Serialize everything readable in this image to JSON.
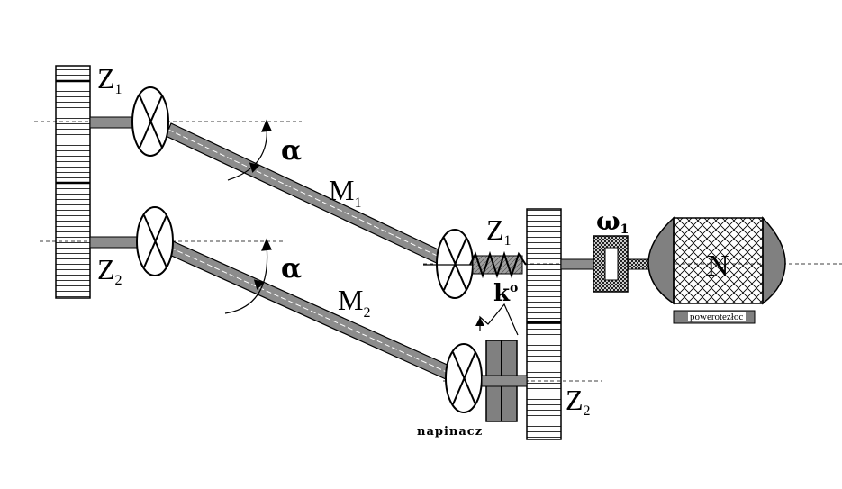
{
  "labels": {
    "z1_left": "Z",
    "z1_left_sub": "1",
    "z2_left": "Z",
    "z2_left_sub": "2",
    "alpha_top": "α",
    "alpha_bottom": "α",
    "m1": "M",
    "m1_sub": "1",
    "m2": "M",
    "m2_sub": "2",
    "z1_right": "Z",
    "z1_right_sub": "1",
    "z2_right": "Z",
    "z2_right_sub": "2",
    "spring_k": "k",
    "spring_k_sup": "o",
    "omega": "ω",
    "omega_sub": "1",
    "motor": "N",
    "motor_plate": "powerotezłoc",
    "tensioner": "napinacz"
  },
  "colors": {
    "shaft_fill": "#8c8c8c",
    "block_fill": "#808080",
    "outline": "#000000",
    "hatch": "#000000"
  }
}
